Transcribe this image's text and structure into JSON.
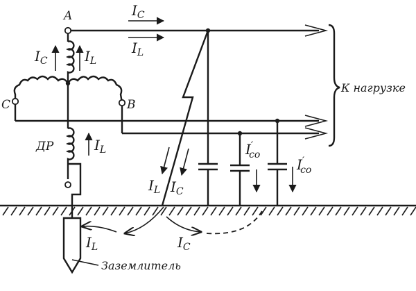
{
  "nodes": {
    "a": "A",
    "b": "B",
    "c": "C"
  },
  "labels": {
    "ic_top": "I",
    "ic_top_sub": "C",
    "il_top": "I",
    "il_top_sub": "L",
    "ic_a": "I",
    "ic_a_sub": "C",
    "il_a": "I",
    "il_a_sub": "L",
    "dr": "ДР",
    "il_dr": "I",
    "il_dr_sub": "L",
    "ico1": "I",
    "ico1_sub": "co",
    "ico1_prime": "′",
    "ico2": "I",
    "ico2_sub": "co",
    "ico2_prime": "′",
    "il_fault": "I",
    "il_fault_sub": "L",
    "ic_fault": "I",
    "ic_fault_sub": "C",
    "il_ground": "I",
    "il_ground_sub": "L",
    "ic_ground": "I",
    "ic_ground_sub": "C",
    "load": "К нагрузке",
    "ground_electrode": "Заземлитель"
  },
  "colors": {
    "ink": "#1a1a1a",
    "background": "#ffffff"
  }
}
